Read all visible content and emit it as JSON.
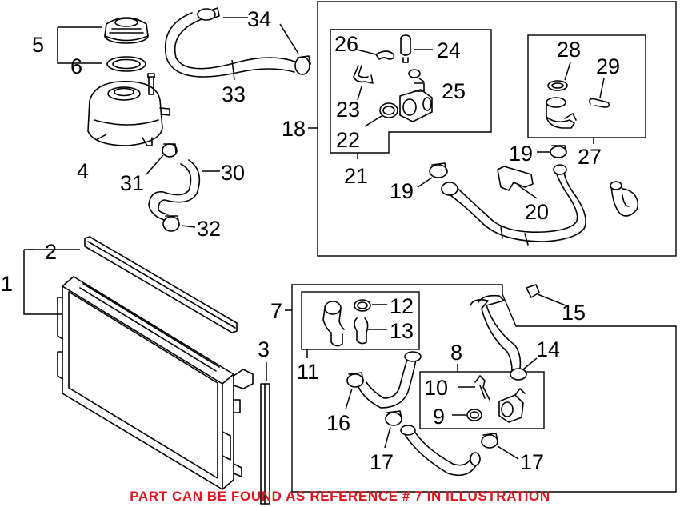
{
  "callouts": [
    {
      "id": "c1",
      "label": "1"
    },
    {
      "id": "c2",
      "label": "2"
    },
    {
      "id": "c3",
      "label": "3"
    },
    {
      "id": "c4",
      "label": "4"
    },
    {
      "id": "c5",
      "label": "5"
    },
    {
      "id": "c6",
      "label": "6"
    },
    {
      "id": "c7",
      "label": "7"
    },
    {
      "id": "c8",
      "label": "8"
    },
    {
      "id": "c9",
      "label": "9"
    },
    {
      "id": "c10",
      "label": "10"
    },
    {
      "id": "c11",
      "label": "11"
    },
    {
      "id": "c12",
      "label": "12"
    },
    {
      "id": "c13",
      "label": "13"
    },
    {
      "id": "c14",
      "label": "14"
    },
    {
      "id": "c15",
      "label": "15"
    },
    {
      "id": "c16",
      "label": "16"
    },
    {
      "id": "c17a",
      "label": "17"
    },
    {
      "id": "c17b",
      "label": "17"
    },
    {
      "id": "c18",
      "label": "18"
    },
    {
      "id": "c19a",
      "label": "19"
    },
    {
      "id": "c19b",
      "label": "19"
    },
    {
      "id": "c20",
      "label": "20"
    },
    {
      "id": "c21",
      "label": "21"
    },
    {
      "id": "c22",
      "label": "22"
    },
    {
      "id": "c23",
      "label": "23"
    },
    {
      "id": "c24",
      "label": "24"
    },
    {
      "id": "c25",
      "label": "25"
    },
    {
      "id": "c26",
      "label": "26"
    },
    {
      "id": "c27",
      "label": "27"
    },
    {
      "id": "c28",
      "label": "28"
    },
    {
      "id": "c29",
      "label": "29"
    },
    {
      "id": "c30",
      "label": "30"
    },
    {
      "id": "c31",
      "label": "31"
    },
    {
      "id": "c32",
      "label": "32"
    },
    {
      "id": "c33",
      "label": "33"
    },
    {
      "id": "c34",
      "label": "34"
    }
  ],
  "footer": {
    "note": "PART CAN BE FOUND AS REFERENCE # 7 IN ILLUSTRATION"
  },
  "colors": {
    "note": "#e0141c",
    "line": "#000000"
  }
}
